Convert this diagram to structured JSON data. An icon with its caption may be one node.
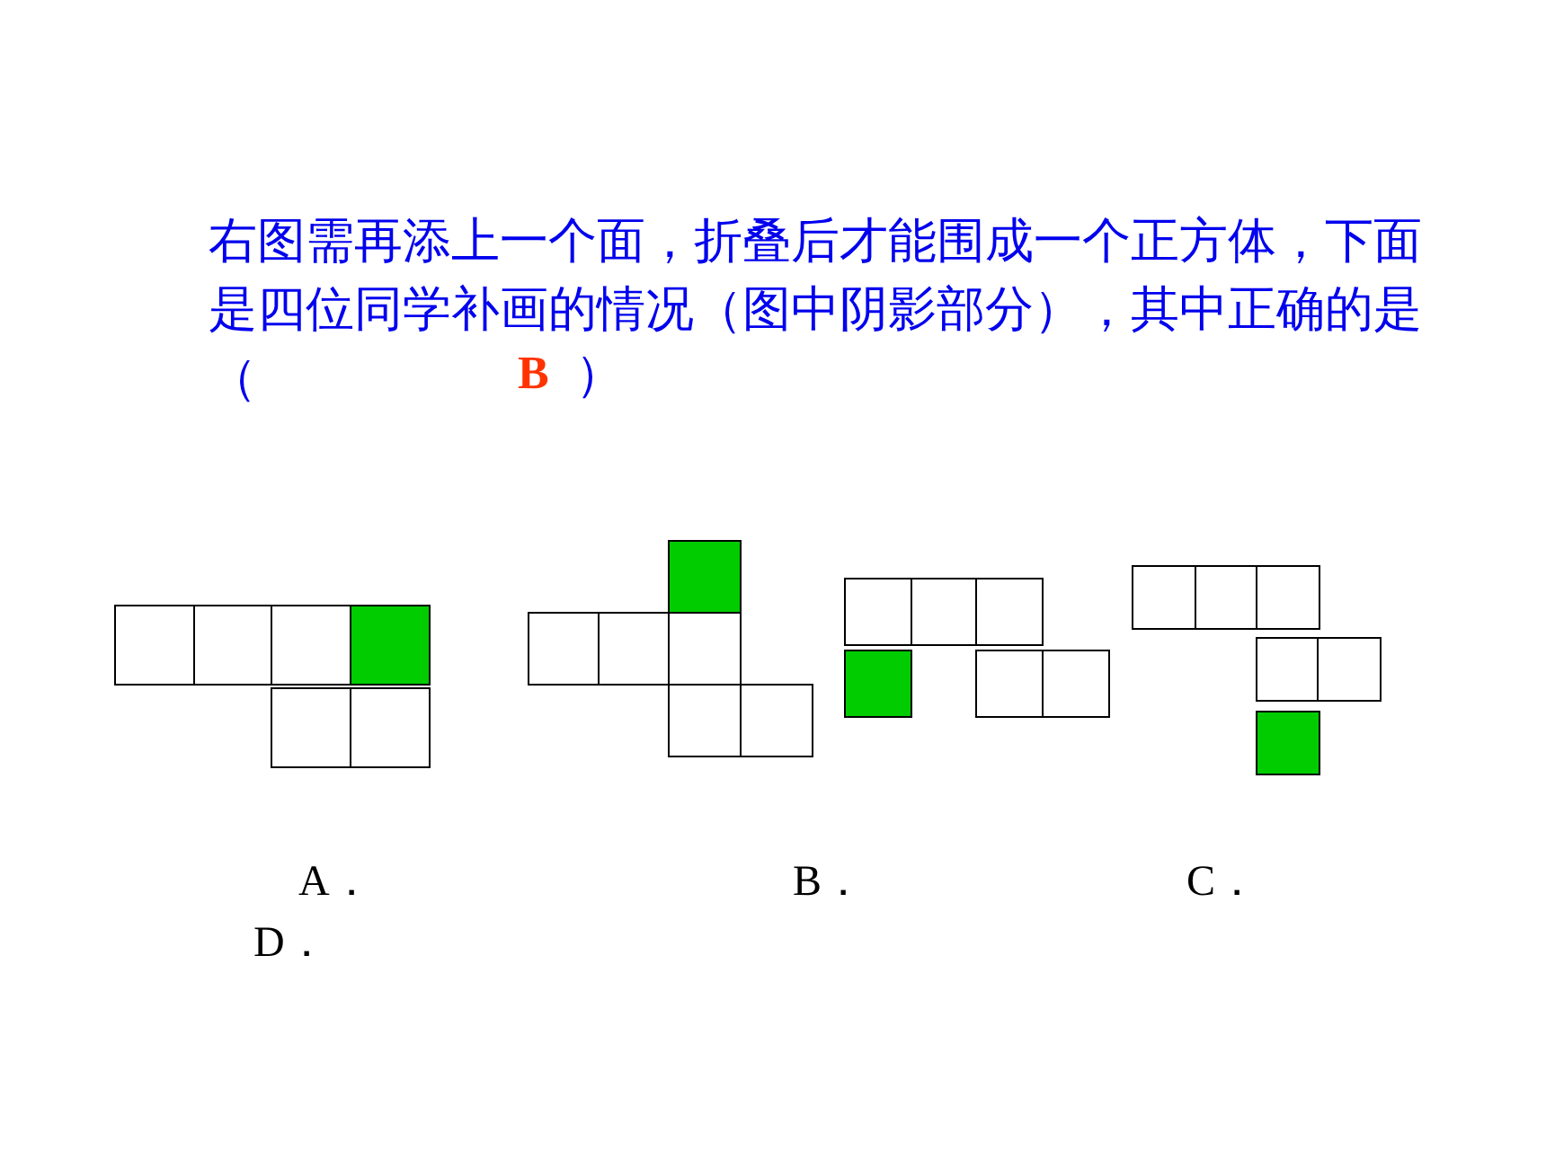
{
  "diagram": {
    "labels": [
      "右图需再添上一个面，折叠后才能围成一个正方体，下面是四位同学补画的情况（图中阴影部分），其中正确的是（",
      "B",
      "）",
      "A．",
      "B．",
      "C．",
      "D．"
    ]
  }
}
